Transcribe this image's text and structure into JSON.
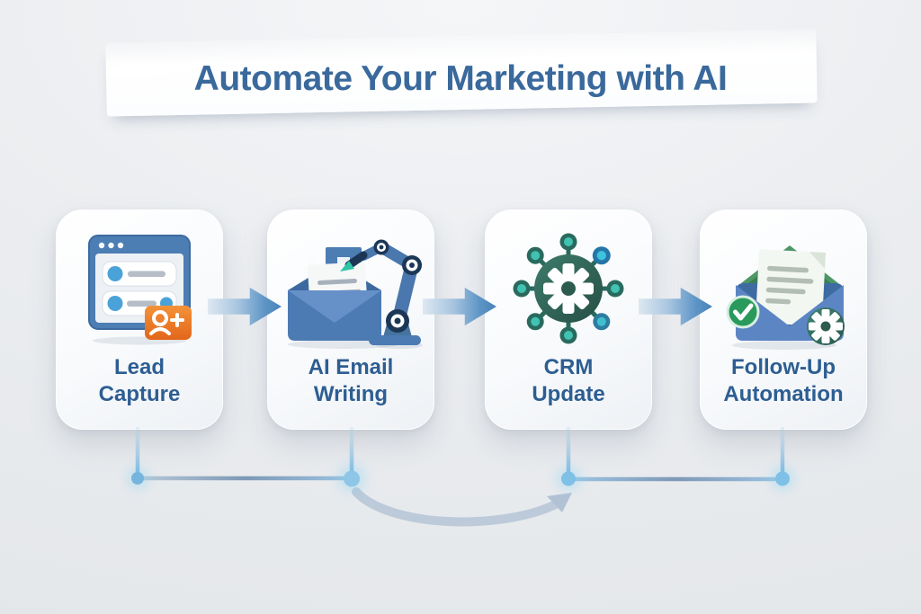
{
  "title": "Automate Your Marketing with AI",
  "steps": [
    {
      "id": "lead-capture",
      "line1": "Lead",
      "line2": "Capture",
      "icon": "signup-form-add-user-icon"
    },
    {
      "id": "ai-email-writing",
      "line1": "AI Email",
      "line2": "Writing",
      "icon": "robot-arm-writing-email-icon"
    },
    {
      "id": "crm-update",
      "line1": "CRM",
      "line2": "Update",
      "icon": "gear-network-hub-icon"
    },
    {
      "id": "follow-up-automation",
      "line1": "Follow-Up",
      "line2": "Automation",
      "icon": "email-check-gear-icon"
    }
  ],
  "flow": {
    "arrow_count": 3,
    "bottom_nodes": 4,
    "bottom_segments": [
      "line node1 to node2",
      "curved arrow node2 to node3",
      "line node3 to node4"
    ]
  },
  "colors": {
    "title_text": "#3a699c",
    "step_label_text": "#2d5e92",
    "card_background": "#fafbfd",
    "page_background": "#e9ebee",
    "arrow_blue": "#4783ba",
    "connector_dot_blue": "#74b4dd",
    "accent_orange": "#e8721c",
    "accent_green": "#2a9a5c",
    "accent_teal": "#2e6b5c",
    "envelope_blue": "#4c7bb4"
  }
}
